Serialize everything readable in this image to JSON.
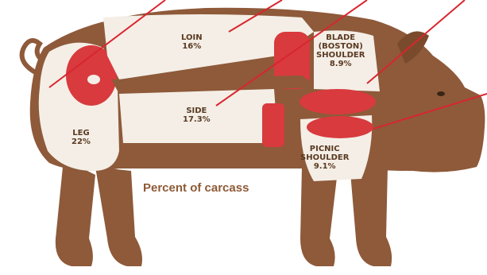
{
  "diagram": {
    "caption": "Percent of carcass",
    "cuts": [
      {
        "id": "loin",
        "name": "LOIN",
        "percent": "16%"
      },
      {
        "id": "blade",
        "name": "BLADE (BOSTON) SHOULDER",
        "name_lines": [
          "BLADE",
          "(BOSTON)",
          "SHOULDER"
        ],
        "percent": "8.9%"
      },
      {
        "id": "side",
        "name": "SIDE",
        "percent": "17.3%"
      },
      {
        "id": "leg",
        "name": "LEG",
        "percent": "22%"
      },
      {
        "id": "picnic",
        "name": "PICNIC SHOULDER",
        "name_lines": [
          "PICNIC",
          "SHOULDER"
        ],
        "percent": "9.1%"
      }
    ],
    "colors": {
      "body_outline": "#8e5a3a",
      "meat": "#d83a3e",
      "fat": "#f4eee6",
      "leader_line": "#d8262e",
      "label_text": "#5a3a22"
    }
  }
}
